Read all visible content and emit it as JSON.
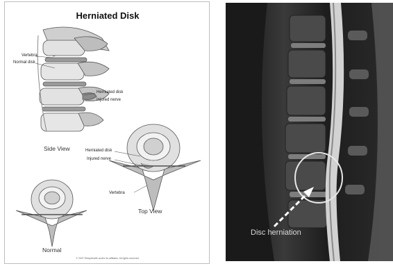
{
  "diagram": {
    "title": "Herniated Disk",
    "side_labels": {
      "vertebra": "Vertebra",
      "normal_disk": "Normal disk",
      "herniated_disk": "Herniated disk",
      "injured_nerve": "Injured nerve"
    },
    "top_labels": {
      "herniated_disk": "Herniated disk",
      "injured_nerve": "Injured nerve",
      "vertebra": "Vertebra"
    },
    "views": {
      "side": "Side View",
      "top": "Top View",
      "normal": "Normal"
    },
    "copyright": "© 2007 RelayHealth and/or its affiliates. All rights reserved."
  },
  "mri": {
    "label": "Disc herniation"
  }
}
